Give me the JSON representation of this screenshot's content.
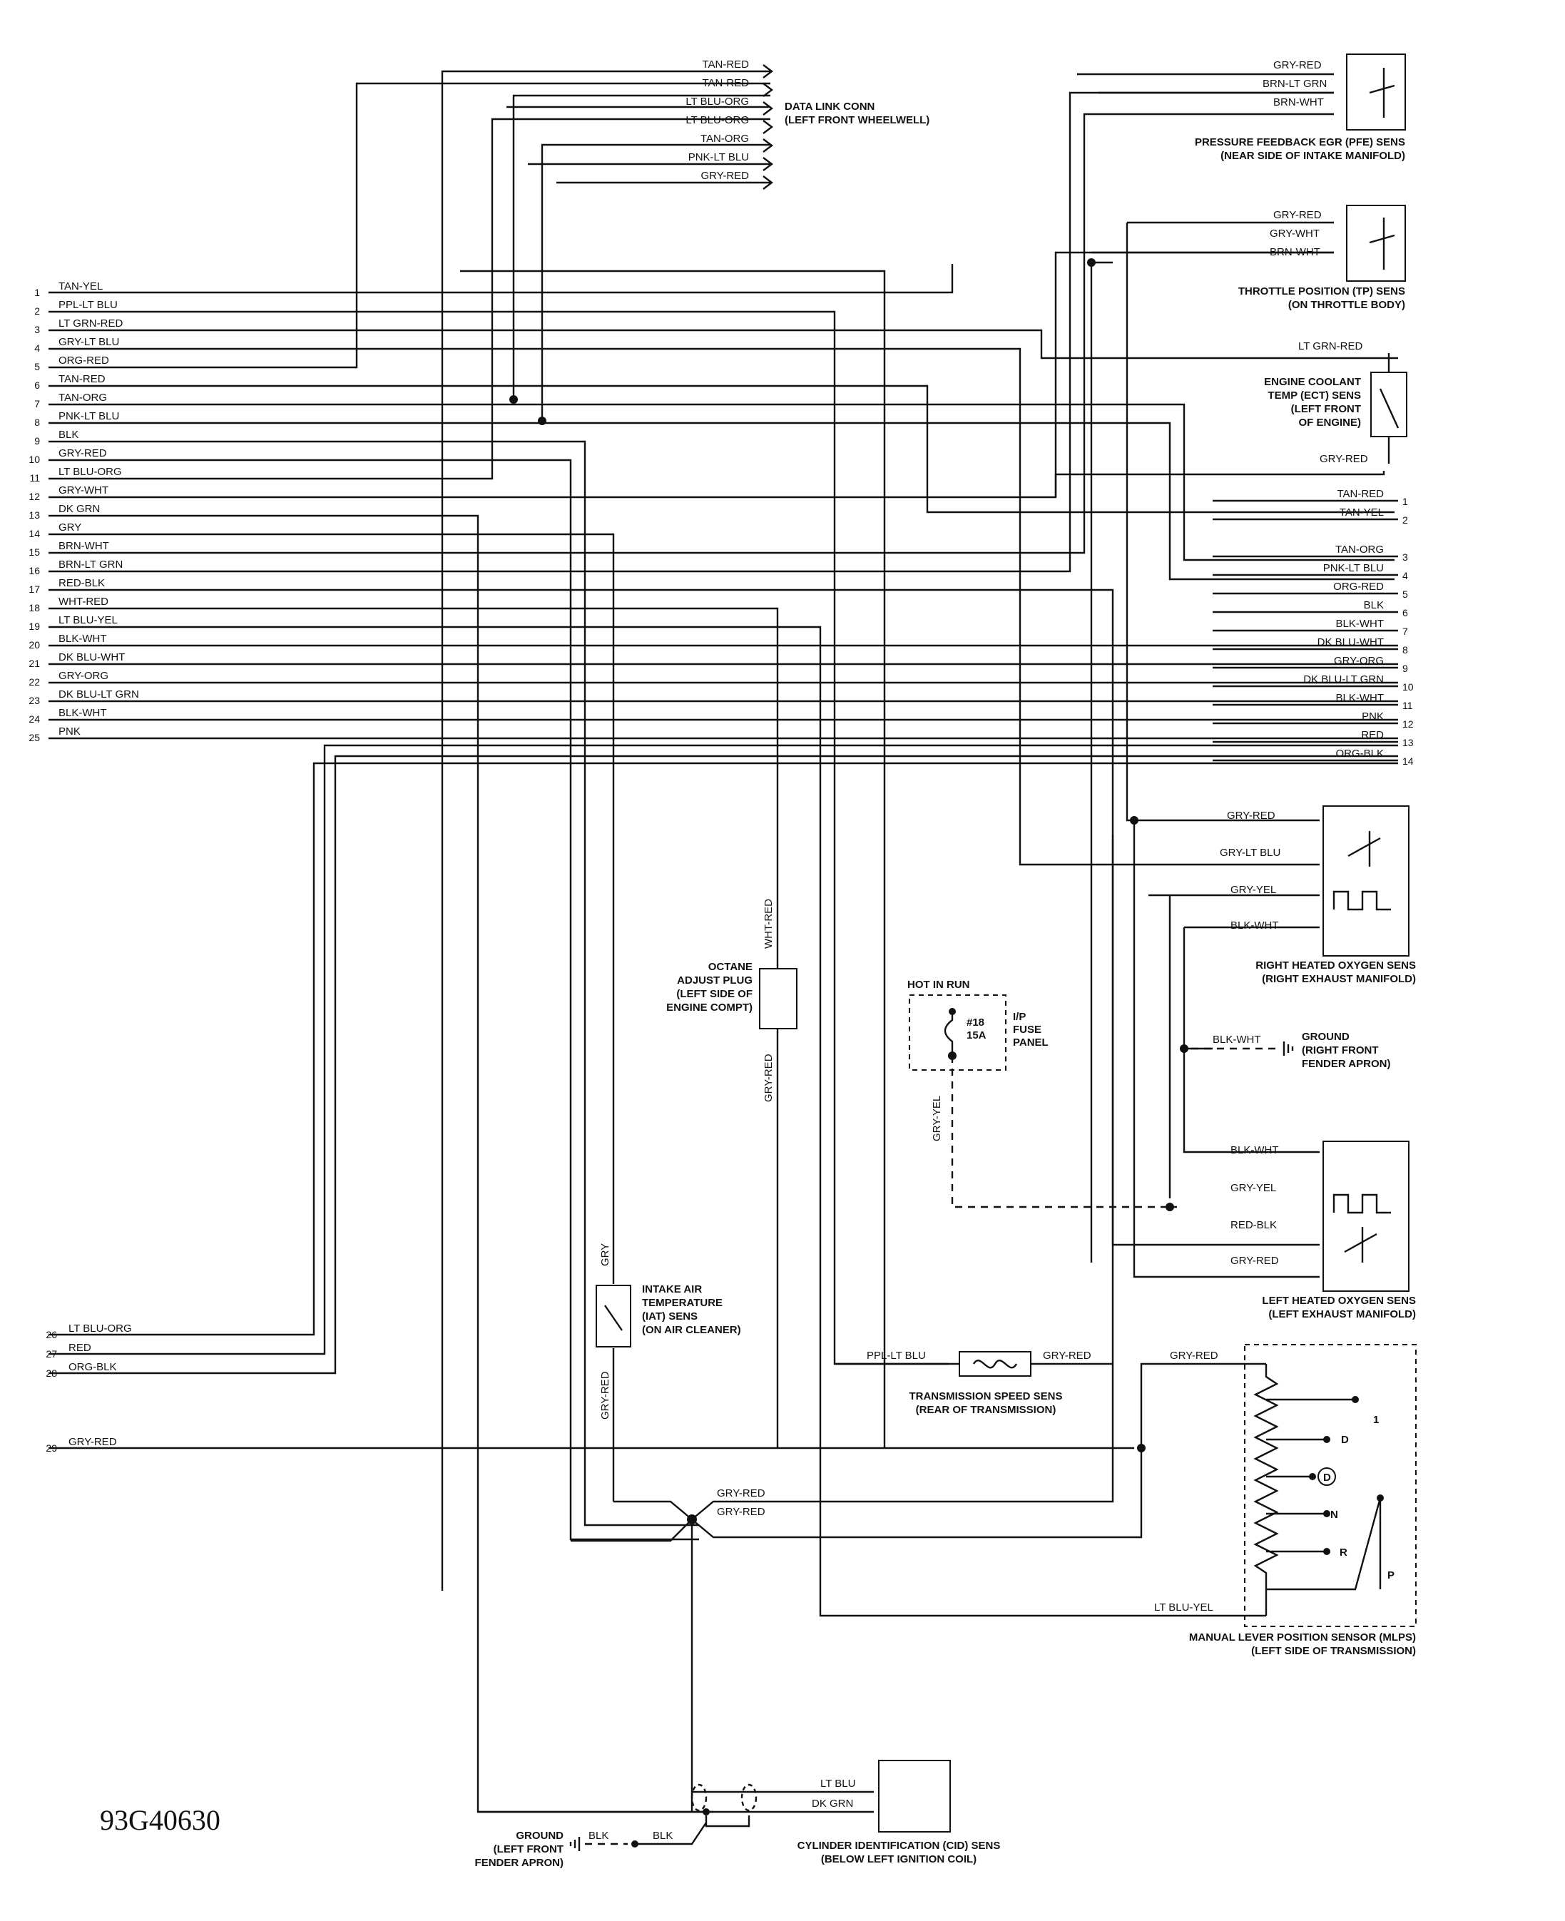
{
  "figure_code": "93G40630",
  "left_connector": [
    {
      "pin": "1",
      "wire": "TAN-YEL"
    },
    {
      "pin": "2",
      "wire": "PPL-LT BLU"
    },
    {
      "pin": "3",
      "wire": "LT GRN-RED"
    },
    {
      "pin": "4",
      "wire": "GRY-LT BLU"
    },
    {
      "pin": "5",
      "wire": "ORG-RED"
    },
    {
      "pin": "6",
      "wire": "TAN-RED"
    },
    {
      "pin": "7",
      "wire": "TAN-ORG"
    },
    {
      "pin": "8",
      "wire": "PNK-LT BLU"
    },
    {
      "pin": "9",
      "wire": "BLK"
    },
    {
      "pin": "10",
      "wire": "GRY-RED"
    },
    {
      "pin": "11",
      "wire": "LT BLU-ORG"
    },
    {
      "pin": "12",
      "wire": "GRY-WHT"
    },
    {
      "pin": "13",
      "wire": "DK GRN"
    },
    {
      "pin": "14",
      "wire": "GRY"
    },
    {
      "pin": "15",
      "wire": "BRN-WHT"
    },
    {
      "pin": "16",
      "wire": "BRN-LT GRN"
    },
    {
      "pin": "17",
      "wire": "RED-BLK"
    },
    {
      "pin": "18",
      "wire": "WHT-RED"
    },
    {
      "pin": "19",
      "wire": "LT BLU-YEL"
    },
    {
      "pin": "20",
      "wire": "BLK-WHT"
    },
    {
      "pin": "21",
      "wire": "DK BLU-WHT"
    },
    {
      "pin": "22",
      "wire": "GRY-ORG"
    },
    {
      "pin": "23",
      "wire": "DK BLU-LT GRN"
    },
    {
      "pin": "24",
      "wire": "BLK-WHT"
    },
    {
      "pin": "25",
      "wire": "PNK"
    }
  ],
  "left_connector_lower": [
    {
      "pin": "26",
      "wire": "LT BLU-ORG"
    },
    {
      "pin": "27",
      "wire": "RED"
    },
    {
      "pin": "28",
      "wire": "ORG-BLK"
    },
    {
      "pin": "29",
      "wire": "GRY-RED"
    }
  ],
  "right_connector": [
    {
      "pin": "1",
      "wire": "TAN-RED"
    },
    {
      "pin": "2",
      "wire": "TAN-YEL"
    },
    {
      "pin": "3",
      "wire": "TAN-ORG"
    },
    {
      "pin": "4",
      "wire": "PNK-LT BLU"
    },
    {
      "pin": "5",
      "wire": "ORG-RED"
    },
    {
      "pin": "6",
      "wire": "BLK"
    },
    {
      "pin": "7",
      "wire": "BLK-WHT"
    },
    {
      "pin": "8",
      "wire": "DK BLU-WHT"
    },
    {
      "pin": "9",
      "wire": "GRY-ORG"
    },
    {
      "pin": "10",
      "wire": "DK BLU-LT GRN"
    },
    {
      "pin": "11",
      "wire": "BLK-WHT"
    },
    {
      "pin": "12",
      "wire": "PNK"
    },
    {
      "pin": "13",
      "wire": "RED"
    },
    {
      "pin": "14",
      "wire": "ORG-BLK"
    }
  ],
  "data_link_conn": {
    "wires": [
      "TAN-RED",
      "TAN-RED",
      "LT BLU-ORG",
      "LT BLU-ORG",
      "TAN-ORG",
      "PNK-LT BLU",
      "GRY-RED"
    ],
    "caption": [
      "DATA LINK CONN",
      "(LEFT FRONT WHEELWELL)"
    ]
  },
  "pfe_sensor": {
    "wires": [
      "GRY-RED",
      "BRN-LT GRN",
      "BRN-WHT"
    ],
    "caption": [
      "PRESSURE FEEDBACK EGR (PFE) SENS",
      "(NEAR SIDE OF INTAKE MANIFOLD)"
    ]
  },
  "tp_sensor": {
    "wires": [
      "GRY-RED",
      "GRY-WHT",
      "BRN-WHT"
    ],
    "caption": [
      "THROTTLE POSITION (TP) SENS",
      "(ON THROTTLE BODY)"
    ]
  },
  "ect_sensor": {
    "wire_top": "LT GRN-RED",
    "wire_bottom": "GRY-RED",
    "caption": [
      "ENGINE COOLANT",
      "TEMP (ECT) SENS",
      "(LEFT FRONT",
      "OF ENGINE)"
    ]
  },
  "right_ho2s": {
    "wires": [
      "GRY-RED",
      "GRY-LT BLU",
      "GRY-YEL",
      "BLK-WHT"
    ],
    "caption": [
      "RIGHT HEATED OXYGEN SENS",
      "(RIGHT EXHAUST MANIFOLD)"
    ]
  },
  "right_ground": {
    "wire": "BLK-WHT",
    "caption": [
      "GROUND",
      "(RIGHT FRONT",
      "FENDER APRON)"
    ]
  },
  "left_ho2s": {
    "wires": [
      "BLK-WHT",
      "GRY-YEL",
      "RED-BLK",
      "GRY-RED"
    ],
    "caption": [
      "LEFT HEATED OXYGEN SENS",
      "(LEFT EXHAUST MANIFOLD)"
    ]
  },
  "fuse": {
    "hot": "HOT IN RUN",
    "id": "#18",
    "amps": "15A",
    "panel": [
      "I/P",
      "FUSE",
      "PANEL"
    ],
    "out_wire": "GRY-YEL"
  },
  "octane_plug": {
    "wire_top": "WHT-RED",
    "wire_bottom": "GRY-RED",
    "caption": [
      "OCTANE",
      "ADJUST PLUG",
      "(LEFT SIDE OF",
      "ENGINE COMPT)"
    ]
  },
  "iat_sensor": {
    "wire_top": "GRY",
    "wire_bottom": "GRY-RED",
    "caption": [
      "INTAKE AIR",
      "TEMPERATURE",
      "(IAT) SENS",
      "(ON AIR CLEANER)"
    ]
  },
  "tss": {
    "wire_left": "PPL-LT BLU",
    "wire_right": "GRY-RED",
    "caption": [
      "TRANSMISSION SPEED SENS",
      "(REAR OF TRANSMISSION)"
    ]
  },
  "mlps": {
    "wire_top": "GRY-RED",
    "wire_bottom": "LT BLU-YEL",
    "positions": [
      "1",
      "D",
      "D",
      "N",
      "R",
      "P"
    ],
    "caption": [
      "MANUAL LEVER POSITION SENSOR (MLPS)",
      "(LEFT SIDE OF TRANSMISSION)"
    ]
  },
  "splice_wires": [
    "GRY-RED",
    "GRY-RED"
  ],
  "cid_sensor": {
    "wires": [
      "LT BLU",
      "DK GRN"
    ],
    "caption": [
      "CYLINDER IDENTIFICATION (CID) SENS",
      "(BELOW LEFT IGNITION COIL)"
    ]
  },
  "left_ground": {
    "wires": [
      "BLK",
      "BLK"
    ],
    "caption": [
      "GROUND",
      "(LEFT FRONT",
      "FENDER APRON)"
    ]
  }
}
